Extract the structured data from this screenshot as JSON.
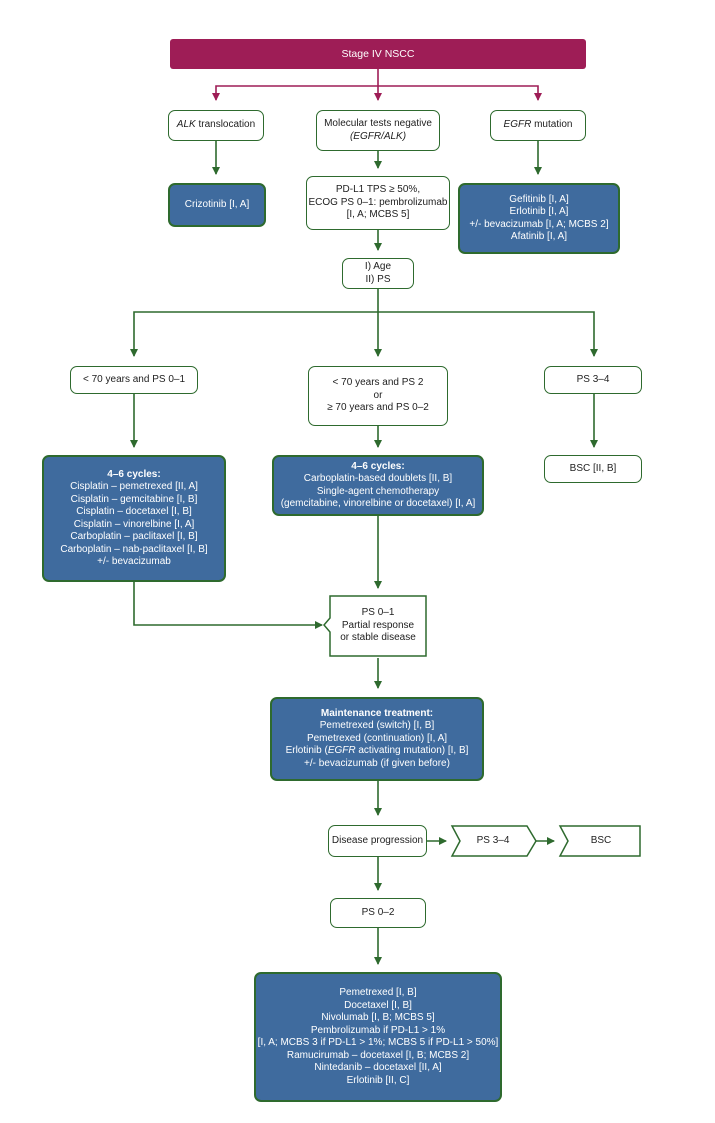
{
  "header": {
    "label": "Stage IV NSCC"
  },
  "alk_translocation": {
    "italic": "ALK",
    "text": " translocation"
  },
  "molecular_negative": {
    "line1": "Molecular tests negative",
    "line2": "(EGFR/ALK)"
  },
  "egfr_mutation": {
    "italic": "EGFR",
    "text": " mutation"
  },
  "crizotinib": {
    "label": "Crizotinib [I, A]"
  },
  "pdl1_box": {
    "lines": [
      "PD-L1 TPS ≥ 50%,",
      "ECOG PS 0–1: pembrolizumab",
      "[I, A; MCBS 5]"
    ]
  },
  "egfr_treatments": {
    "lines": [
      "Gefitinib [I, A]",
      "Erlotinib [I, A]",
      "+/- bevacizumab [I, A; MCBS 2]",
      "Afatinib [I, A]"
    ]
  },
  "age_ps": {
    "lines": [
      "I) Age",
      "II) PS"
    ]
  },
  "young_ps01": {
    "label": "< 70 years and PS 0–1"
  },
  "mid_ps": {
    "lines": [
      "< 70 years and PS 2",
      "or",
      "≥ 70 years and PS 0–2"
    ]
  },
  "ps34_top": {
    "label": "PS 3–4"
  },
  "cycles_left": {
    "title": "4–6 cycles:",
    "lines": [
      "Cisplatin – pemetrexed [II, A]",
      "Cisplatin – gemcitabine [I, B]",
      "Cisplatin – docetaxel [I, B]",
      "Cisplatin – vinorelbine [I, A]",
      "Carboplatin – paclitaxel [I, B]",
      "Carboplatin – nab-paclitaxel [I, B]",
      "+/- bevacizumab"
    ]
  },
  "cycles_mid": {
    "title": "4–6 cycles:",
    "lines": [
      "Carboplatin-based doublets [II, B]",
      "Single-agent chemotherapy",
      "(gemcitabine, vinorelbine or docetaxel) [I, A]"
    ]
  },
  "bsc_top": {
    "label": "BSC [II, B]"
  },
  "response": {
    "lines": [
      "PS 0–1",
      "Partial response",
      "or stable disease"
    ]
  },
  "maintenance": {
    "title": "Maintenance treatment:",
    "lines": [
      "Pemetrexed (switch) [I, B]",
      "Pemetrexed (continuation) [I, A]"
    ],
    "erlotinib_pre": "Erlotinib (",
    "erlotinib_italic": "EGFR",
    "erlotinib_post": " activating mutation) [I, B]",
    "last": "+/- bevacizumab (if given before)"
  },
  "progression": {
    "label": "Disease progression"
  },
  "ps34_bottom": {
    "label": "PS 3–4"
  },
  "bsc_bottom": {
    "label": "BSC"
  },
  "ps02": {
    "label": "PS 0–2"
  },
  "second_line": {
    "lines": [
      "Pemetrexed [I, B]",
      "Docetaxel [I, B]",
      "Nivolumab [I, B; MCBS 5]",
      "Pembrolizumab if PD-L1 > 1%",
      "[I, A; MCBS 3 if PD-L1 > 1%; MCBS 5 if PD-L1 > 50%]",
      "Ramucirumab – docetaxel [I, B; MCBS 2]",
      "Nintedanib – docetaxel [II, A]",
      "Erlotinib [II, C]"
    ]
  },
  "colors": {
    "header": "#9e1d56",
    "box_fill": "#3f6b9e",
    "connector": "#2e6a2e",
    "header_connector": "#9e1d56"
  }
}
